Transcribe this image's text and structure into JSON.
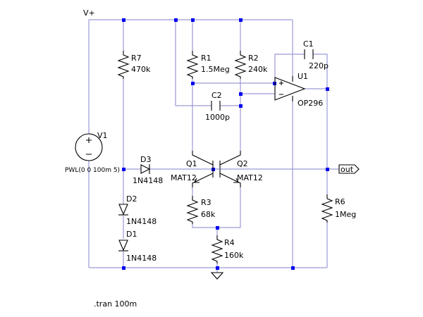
{
  "colors": {
    "wire": "#9a9ad8",
    "component": "#000000",
    "node": "#0000ee",
    "background": "#ffffff"
  },
  "labels": {
    "vplus": "V+",
    "out": "out",
    "tran": ".tran 100m"
  },
  "components": {
    "R1": {
      "ref": "R1",
      "value": "1.5Meg"
    },
    "R2": {
      "ref": "R2",
      "value": "240k"
    },
    "R3": {
      "ref": "R3",
      "value": "68k"
    },
    "R4": {
      "ref": "R4",
      "value": "160k"
    },
    "R6": {
      "ref": "R6",
      "value": "1Meg"
    },
    "R7": {
      "ref": "R7",
      "value": "470k"
    },
    "C1": {
      "ref": "C1",
      "value": "220p"
    },
    "C2": {
      "ref": "C2",
      "value": "1000p"
    },
    "U1": {
      "ref": "U1",
      "value": "OP296"
    },
    "V1": {
      "ref": "V1",
      "value": "PWL(0 0 100m 5)"
    },
    "D1": {
      "ref": "D1",
      "value": "1N4148"
    },
    "D2": {
      "ref": "D2",
      "value": "1N4148"
    },
    "D3": {
      "ref": "D3",
      "value": "1N4148"
    },
    "Q1": {
      "ref": "Q1",
      "value": "MAT12"
    },
    "Q2": {
      "ref": "Q2",
      "value": "MAT12"
    }
  }
}
